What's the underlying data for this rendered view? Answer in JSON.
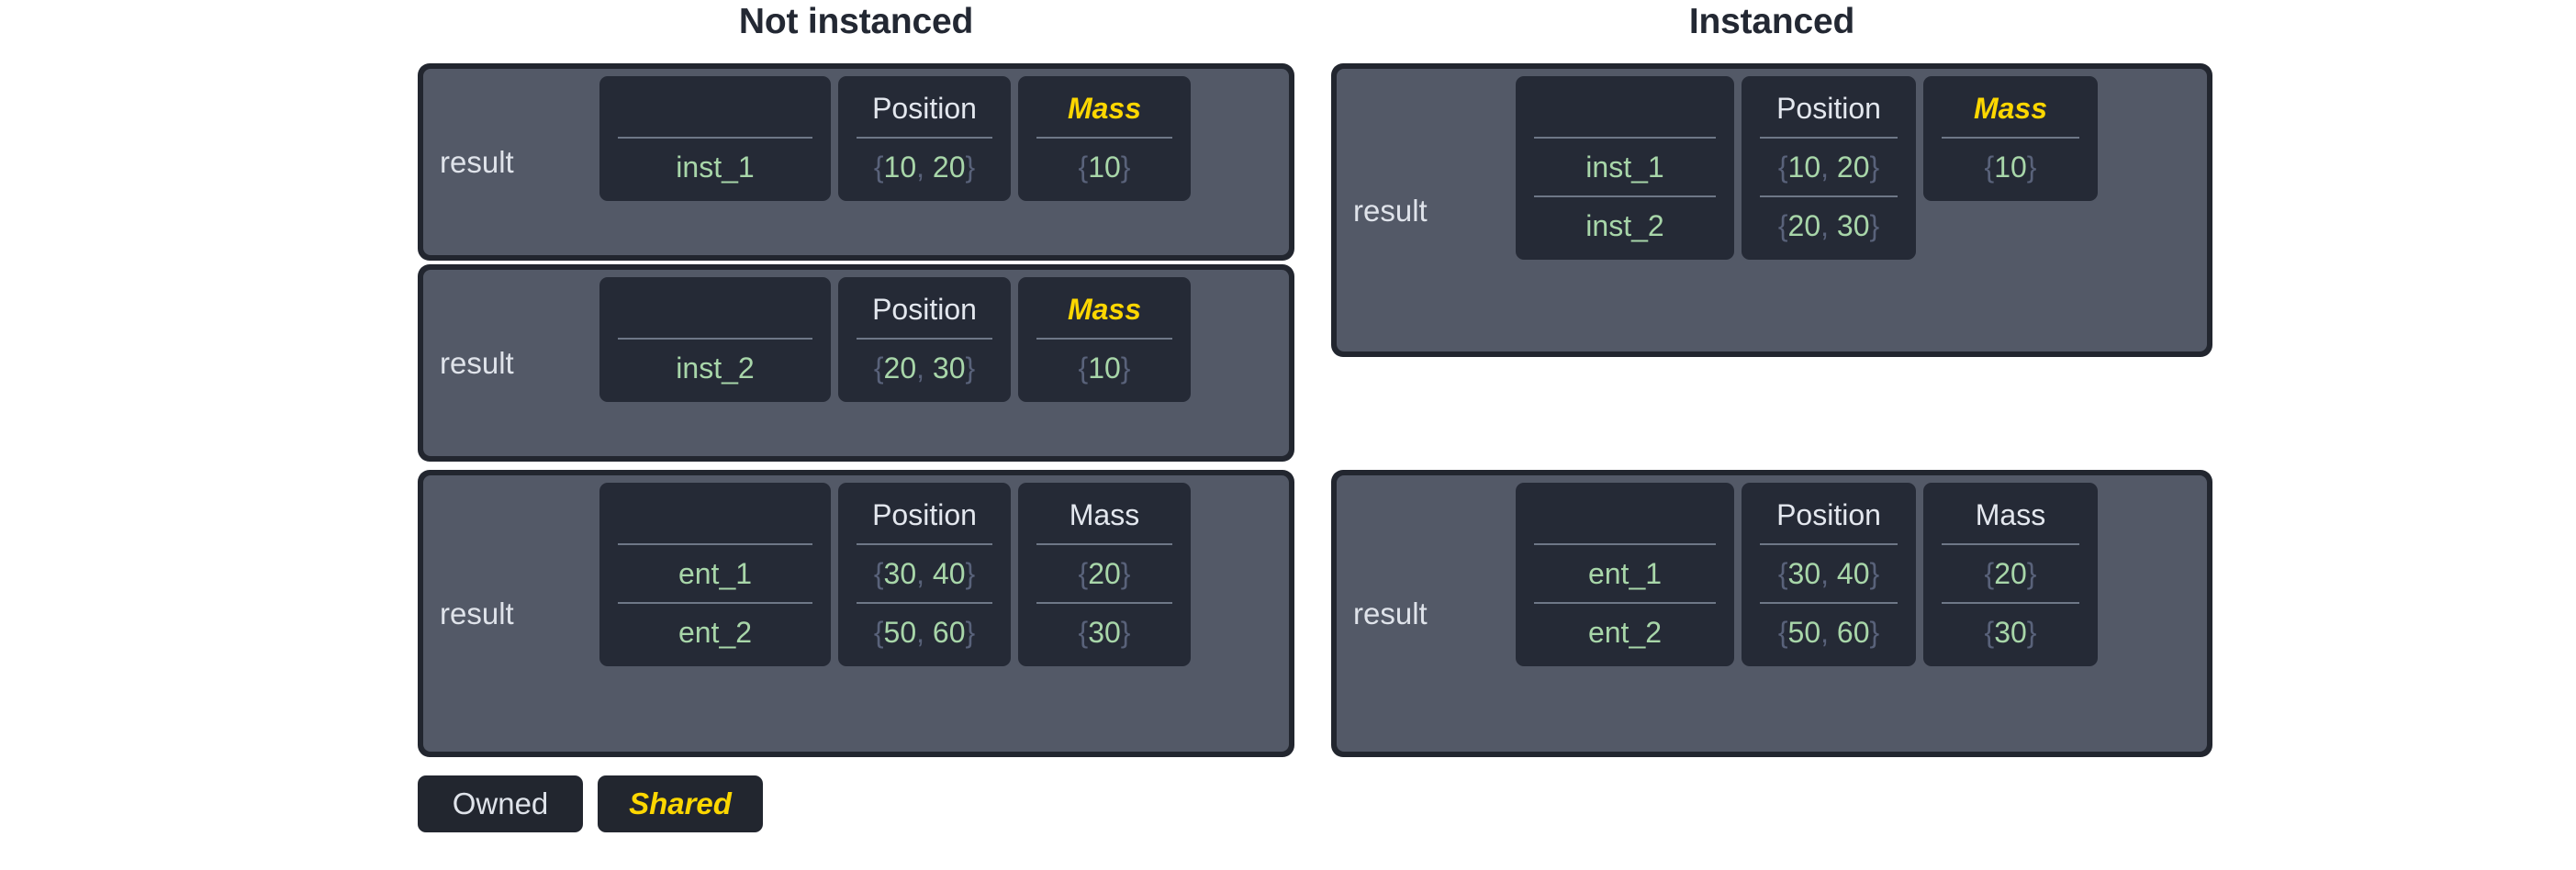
{
  "headings": {
    "left": "Not instanced",
    "right": "Instanced"
  },
  "labels": {
    "result": "result",
    "position": "Position",
    "mass": "Mass"
  },
  "legend": {
    "owned": "Owned",
    "shared": "Shared"
  },
  "colors": {
    "owned_text": "#e3e7ee",
    "shared_text": "#fdd700",
    "value_green": "#a8d6a9",
    "brace_gray": "#59627a",
    "panel_slate": "#535967",
    "cell_dark": "#252a36",
    "shell_dark": "#22262f",
    "title_dark": "#232833",
    "divider": "#6e7787",
    "page_bg": "#ffffff"
  },
  "tables": {
    "left": [
      {
        "id": "left-inst-1",
        "result": "result",
        "columns": [
          {
            "name": "entity",
            "header": "",
            "shared": false,
            "rows": [
              "inst_1"
            ]
          },
          {
            "name": "position",
            "header": "Position",
            "shared": false,
            "rows": [
              "{10, 20}"
            ]
          },
          {
            "name": "mass",
            "header": "Mass",
            "shared": true,
            "rows": [
              "{10}"
            ]
          }
        ]
      },
      {
        "id": "left-inst-2",
        "result": "result",
        "columns": [
          {
            "name": "entity",
            "header": "",
            "shared": false,
            "rows": [
              "inst_2"
            ]
          },
          {
            "name": "position",
            "header": "Position",
            "shared": false,
            "rows": [
              "{20, 30}"
            ]
          },
          {
            "name": "mass",
            "header": "Mass",
            "shared": true,
            "rows": [
              "{10}"
            ]
          }
        ]
      },
      {
        "id": "left-ent",
        "result": "result",
        "columns": [
          {
            "name": "entity",
            "header": "",
            "shared": false,
            "rows": [
              "ent_1",
              "ent_2"
            ]
          },
          {
            "name": "position",
            "header": "Position",
            "shared": false,
            "rows": [
              "{30, 40}",
              "{50, 60}"
            ]
          },
          {
            "name": "mass",
            "header": "Mass",
            "shared": false,
            "rows": [
              "{20}",
              "{30}"
            ]
          }
        ]
      }
    ],
    "right": [
      {
        "id": "right-inst",
        "result": "result",
        "columns": [
          {
            "name": "entity",
            "header": "",
            "shared": false,
            "rows": [
              "inst_1",
              "inst_2"
            ]
          },
          {
            "name": "position",
            "header": "Position",
            "shared": false,
            "rows": [
              "{10, 20}",
              "{20, 30}"
            ]
          },
          {
            "name": "mass",
            "header": "Mass",
            "shared": true,
            "rows": [
              "{10}"
            ]
          }
        ]
      },
      {
        "id": "right-ent",
        "result": "result",
        "columns": [
          {
            "name": "entity",
            "header": "",
            "shared": false,
            "rows": [
              "ent_1",
              "ent_2"
            ]
          },
          {
            "name": "position",
            "header": "Position",
            "shared": false,
            "rows": [
              "{30, 40}",
              "{50, 60}"
            ]
          },
          {
            "name": "mass",
            "header": "Mass",
            "shared": false,
            "rows": [
              "{20}",
              "{30}"
            ]
          }
        ]
      }
    ]
  }
}
